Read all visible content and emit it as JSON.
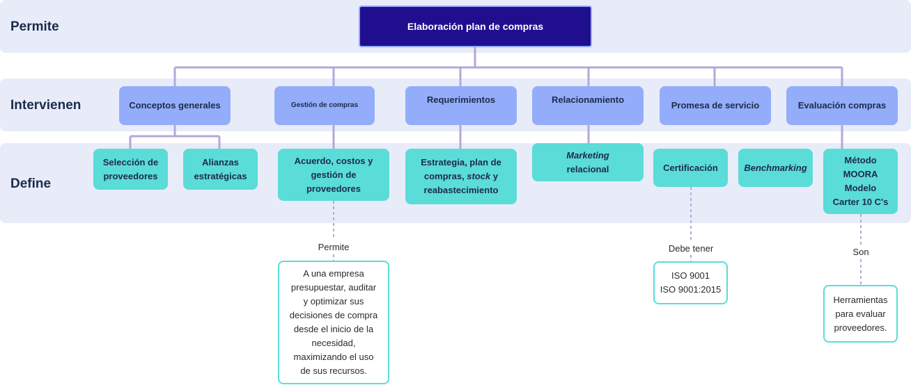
{
  "bands": {
    "permite": "Permite",
    "intervienen": "Intervienen",
    "define": "Define"
  },
  "root": "Elaboración plan de compras",
  "level1": {
    "conceptos": "Conceptos generales",
    "gestion": "Gestión de compras",
    "requerimientos": "Requerimientos",
    "relacionamiento": "Relacionamiento",
    "promesa": "Promesa de servicio",
    "evaluacion": "Evaluación compras"
  },
  "level2": {
    "seleccion": [
      "Selección de",
      "proveedores"
    ],
    "alianzas": [
      "Alianzas",
      "estratégicas"
    ],
    "acuerdo": [
      "Acuerdo, costos y",
      "gestión de",
      "proveedores"
    ],
    "estrategia": {
      "line1": "Estrategia, plan de",
      "line2_pre": "compras, ",
      "line2_italic": "stock",
      "line2_post": " y",
      "line3": "reabastecimiento"
    },
    "marketing": {
      "italic": "Marketing",
      "rest": "relacional"
    },
    "certificacion": "Certificación",
    "benchmarking": "Benchmarking",
    "metodo": [
      "Método",
      "MOORA",
      "Modelo",
      "Carter 10 C's"
    ]
  },
  "connectors": {
    "permite": "Permite",
    "debe_tener": "Debe tener",
    "son": "Son"
  },
  "notes": {
    "empresa": [
      "A una empresa",
      "presupuestar, auditar",
      "y optimizar sus",
      "decisiones de compra",
      "desde el inicio de la",
      "necesidad,",
      "maximizando el uso",
      "de sus recursos."
    ],
    "iso": [
      "ISO 9001",
      "ISO 9001:2015"
    ],
    "herramientas": [
      "Herramientas",
      "para evaluar",
      "proveedores."
    ]
  },
  "colors": {
    "root": "#1f0f8f",
    "level1": "#93adfa",
    "level2": "#5adcd8",
    "band": "#e8ecf9",
    "connector": "#b3a8d8"
  }
}
